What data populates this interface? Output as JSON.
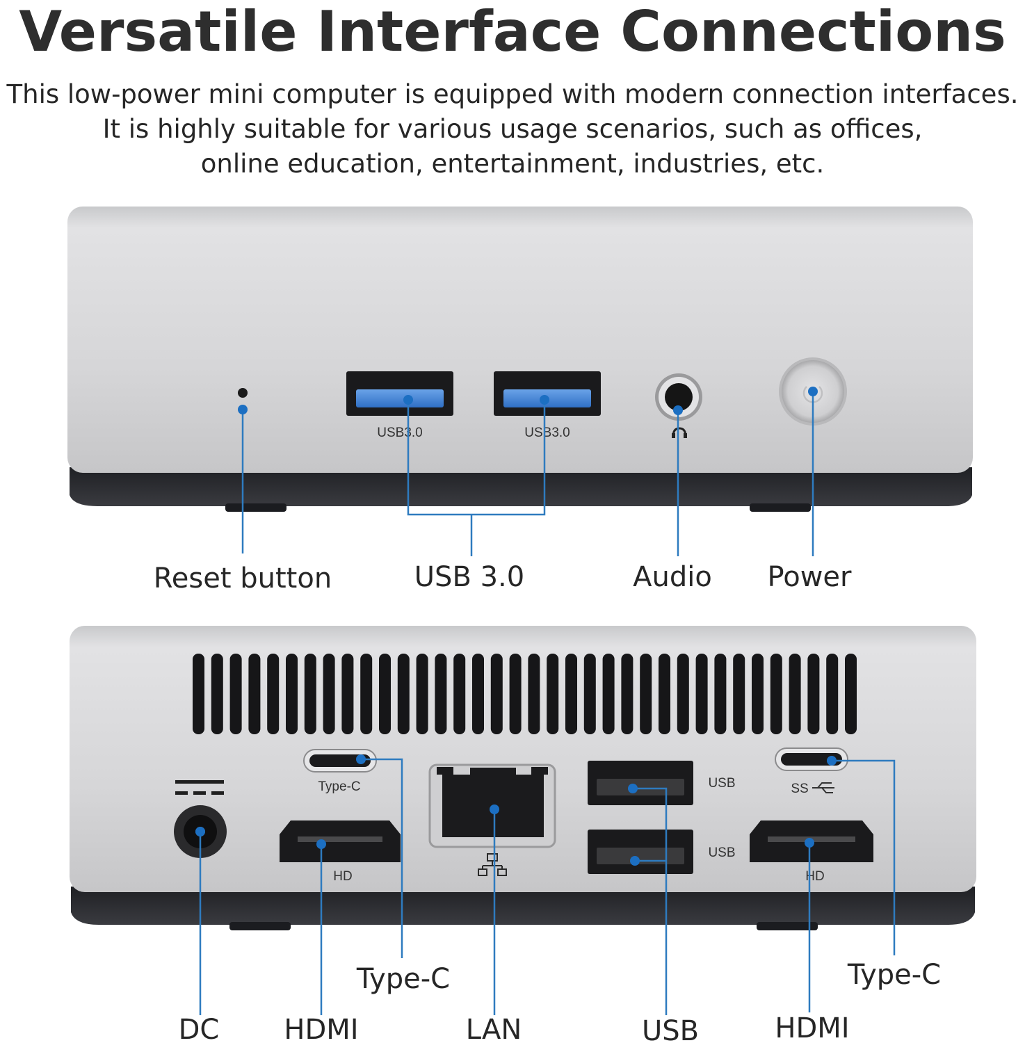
{
  "header": {
    "title": "Versatile Interface Connections",
    "lines": [
      "This low-power mini computer is equipped with modern connection interfaces.",
      "It is highly suitable for various usage scenarios, such as offices,",
      "online education, entertainment, industries, etc."
    ]
  },
  "front": {
    "port_text": {
      "usb_a": "USB3.0",
      "usb_b": "USB3.0"
    },
    "labels": {
      "reset": "Reset button",
      "usb": "USB 3.0",
      "audio": "Audio",
      "power": "Power"
    }
  },
  "rear": {
    "port_text": {
      "typec_left": "Type-C",
      "hd_left": "HD",
      "usb_top": "USB",
      "usb_bottom": "USB",
      "ss": "SS",
      "hd_right": "HD"
    },
    "labels": {
      "typec_left": "Type-C",
      "dc": "DC",
      "hdmi_left": "HDMI",
      "lan": "LAN",
      "usb": "USB",
      "hdmi_right": "HDMI",
      "typec_right": "Type-C"
    }
  },
  "colors": {
    "callout": "#2e7bbf",
    "usb3_blue": "#3f84d8",
    "chassis": "#d9d9db",
    "base": "#2d2e33"
  }
}
